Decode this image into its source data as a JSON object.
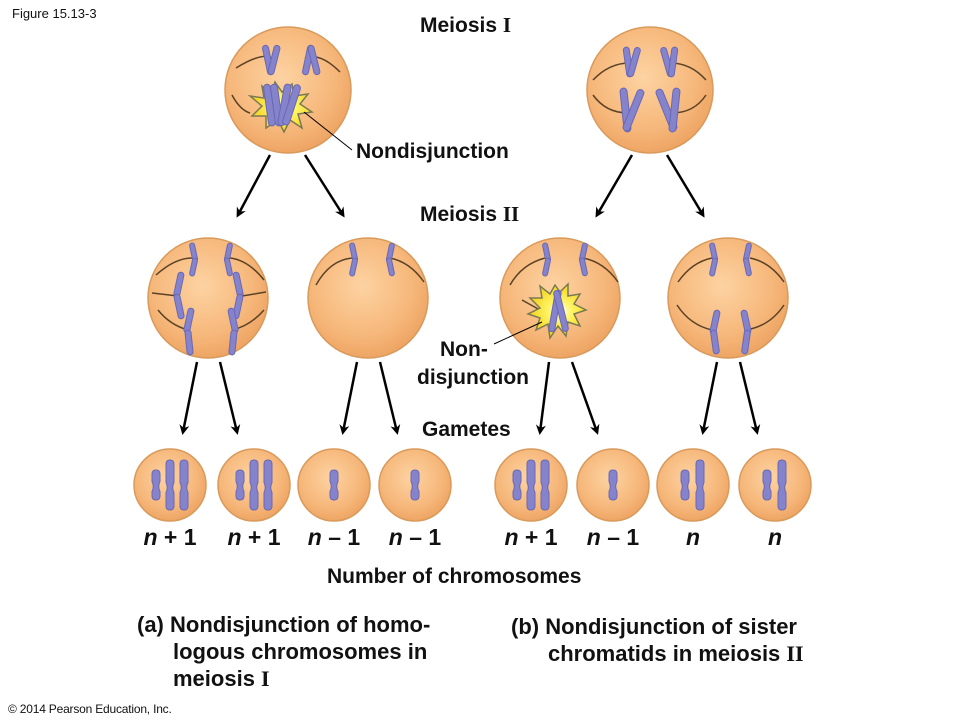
{
  "figure_label": "Figure 15.13-3",
  "copyright": "© 2014 Pearson Education, Inc.",
  "stages": {
    "meiosis_1": {
      "text": "Meiosis ",
      "roman": "I"
    },
    "meiosis_2": {
      "text": "Meiosis ",
      "roman": "II"
    },
    "gametes": "Gametes"
  },
  "callouts": {
    "nondisjunction_1": "Nondisjunction",
    "nondisjunction_2_line1": "Non-",
    "nondisjunction_2_line2": "disjunction"
  },
  "gametes": [
    {
      "group": "a",
      "n": "n",
      "op": " + ",
      "k": "1",
      "chromosomes": 3
    },
    {
      "group": "a",
      "n": "n",
      "op": " + ",
      "k": "1",
      "chromosomes": 3
    },
    {
      "group": "a",
      "n": "n",
      "op": " – ",
      "k": "1",
      "chromosomes": 1
    },
    {
      "group": "a",
      "n": "n",
      "op": " – ",
      "k": "1",
      "chromosomes": 1
    },
    {
      "group": "b",
      "n": "n",
      "op": " + ",
      "k": "1",
      "chromosomes": 3
    },
    {
      "group": "b",
      "n": "n",
      "op": " – ",
      "k": "1",
      "chromosomes": 1
    },
    {
      "group": "b",
      "n": "n",
      "op": "",
      "k": "",
      "chromosomes": 2
    },
    {
      "group": "b",
      "n": "n",
      "op": "",
      "k": "",
      "chromosomes": 2
    }
  ],
  "axis_title": "Number of chromosomes",
  "captions": {
    "a": {
      "line1": "(a) Nondisjunction of homo-",
      "line2": "logous chromosomes in",
      "line3_text": "meiosis ",
      "line3_roman": "I"
    },
    "b": {
      "line1": "(b) Nondisjunction of sister",
      "line2_text": "chromatids in meiosis ",
      "line2_roman": "II"
    }
  },
  "colors": {
    "cell_fill": "#f6b77a",
    "cell_edge": "#d99a5c",
    "chromosome": "#8583cc",
    "chromosome_edge": "#6a68b3",
    "burst_inner": "#fff568",
    "burst_outer": "#f2cf16",
    "spindle": "#5b4226",
    "arrow": "#000000"
  }
}
